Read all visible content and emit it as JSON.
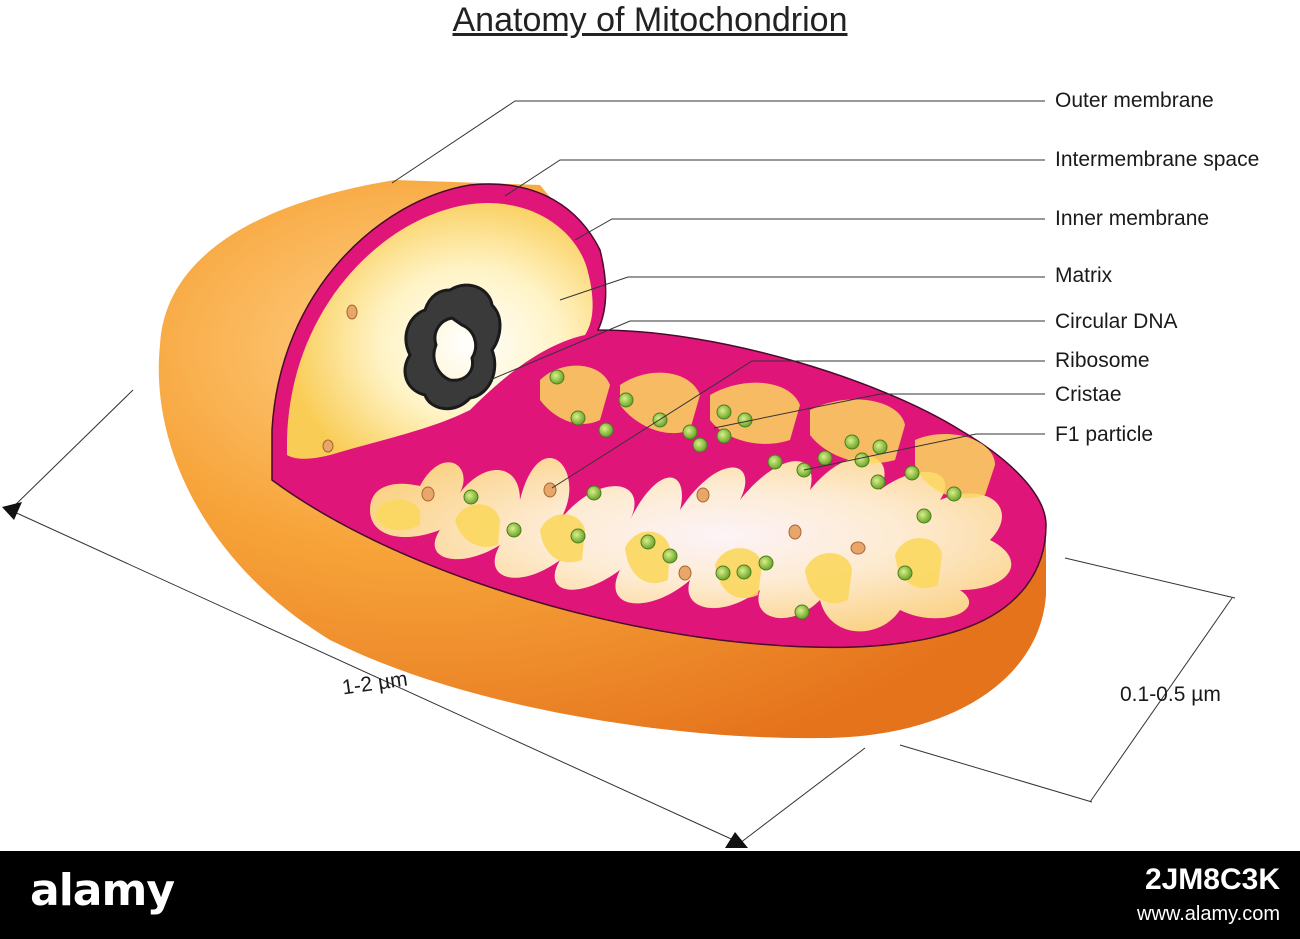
{
  "title": "Anatomy of Mitochondrion",
  "labels": {
    "outer_membrane": "Outer membrane",
    "intermembrane_space": "Intermembrane space",
    "inner_membrane": "Inner membrane",
    "matrix": "Matrix",
    "circular_dna": "Circular DNA",
    "ribosome": "Ribosome",
    "cristae": "Cristae",
    "f1_particle": "F1 particle"
  },
  "dimensions": {
    "length": "1-2 µm",
    "width": "0.1-0.5 µm"
  },
  "watermark": {
    "logo": "alamy",
    "image_id": "2JM8C3K",
    "url": "www.alamy.com"
  },
  "colors": {
    "outer_orange": "#f08a2a",
    "inner_magenta": "#e0157a",
    "matrix_yellow": "#fce7a0",
    "f1_green": "#8dc63f"
  }
}
